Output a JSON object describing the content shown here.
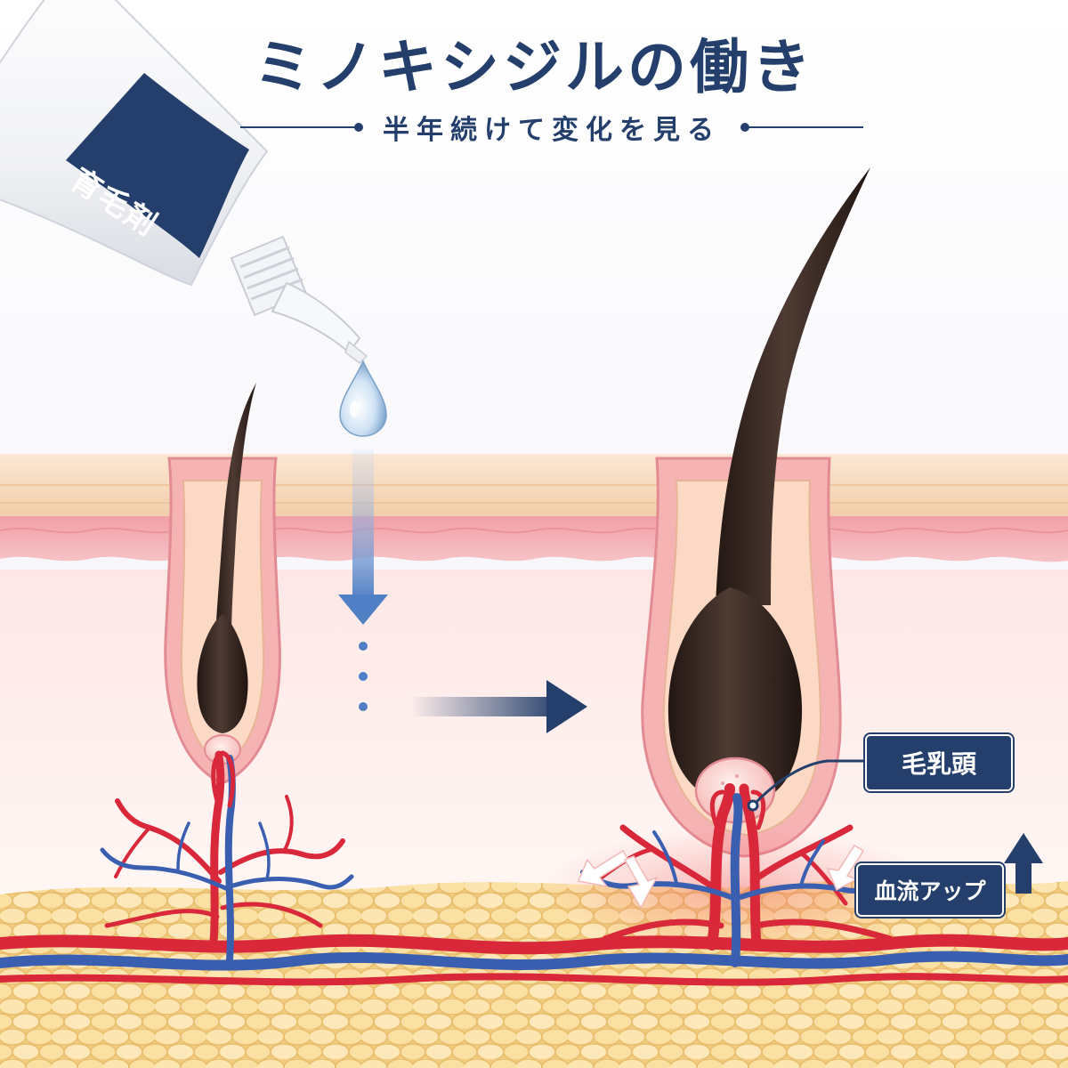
{
  "header": {
    "title": "ミノキシジルの働き",
    "subtitle": "半年続けて変化を見る"
  },
  "product": {
    "tube_label": "育毛剤"
  },
  "labels": {
    "dermal_papilla": "毛乳頭",
    "blood_flow_up": "血流アップ"
  },
  "icons": {
    "drop": "droplet-icon",
    "down_arrow": "arrow-down-icon",
    "right_arrow": "arrow-right-icon",
    "up_arrow": "arrow-up-icon"
  },
  "colors": {
    "navy": "#243f6b",
    "artery": "#d8283a",
    "vein": "#3a5fb0",
    "hair": "#3a2a24",
    "skin_top": "#f8dcc0",
    "dermis": "#f3a8ad",
    "fat": "#f8dc9a"
  }
}
